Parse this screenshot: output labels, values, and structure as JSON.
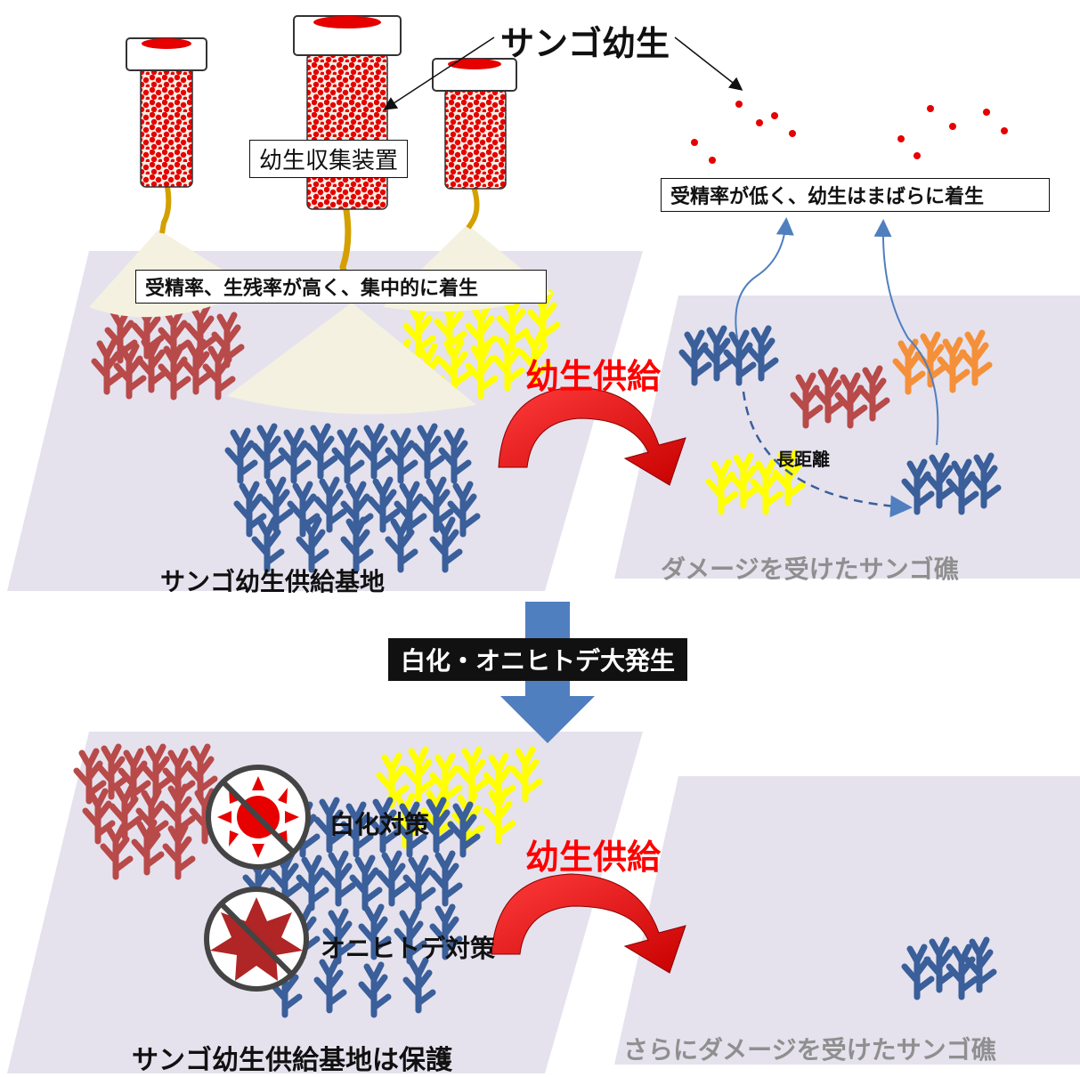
{
  "labels": {
    "larvae": "サンゴ幼生",
    "collector": "幼生収集装置",
    "high_rate": "受精率、生残率が高く、集中的に着生",
    "low_rate": "受精率が低く、幼生はまばらに着生",
    "supply_top": "幼生供給",
    "supply_bottom": "幼生供給",
    "long_distance": "長距離",
    "base_top": "サンゴ幼生供給基地",
    "damaged_top": "ダメージを受けたサンゴ礁",
    "event": "白化・オニヒトデ大発生",
    "bleaching_measure": "白化対策",
    "starfish_measure": "オニヒトデ対策",
    "base_bottom": "サンゴ幼生供給基地は保護",
    "damaged_bottom": "さらにダメージを受けたサンゴ礁"
  },
  "colors": {
    "plate": "#e5e2ee",
    "coral_blue": "#3a5f9a",
    "coral_red": "#b84a4a",
    "coral_yellow": "#ffff00",
    "coral_orange": "#f5903a",
    "larva": "#e60000",
    "arrow_red": "#e00000",
    "arrow_blue": "#4f7fbf",
    "cone": "#f4f1e1"
  },
  "icons": [
    "sun-prohibited-icon",
    "starfish-prohibited-icon"
  ]
}
